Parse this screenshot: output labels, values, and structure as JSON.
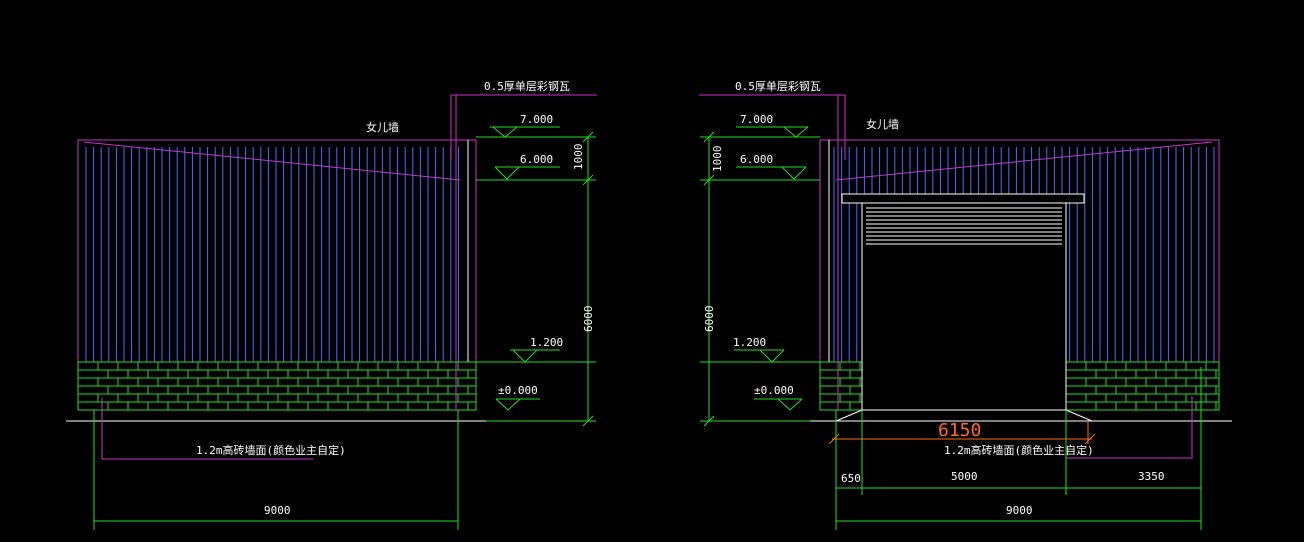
{
  "drawing": {
    "colors": {
      "background": "#000000",
      "outline": "#cc33cc",
      "siding": "#4d6bff",
      "brick": "#22dd22",
      "dimension": "#22dd22",
      "text": "#ffffff",
      "highlight_dim": "#ff6a1a"
    },
    "left_elevation": {
      "roof_callout": "0.5厚单层彩钢瓦",
      "parapet_label": "女儿墙",
      "elev_7": "7.000",
      "elev_6": "6.000",
      "elev_1_2": "1.200",
      "elev_0": "±0.000",
      "dim_1000": "1000",
      "dim_6000": "6000",
      "brick_note": "1.2m高砖墙面(颜色业主自定)",
      "width_dim": "9000"
    },
    "right_elevation": {
      "roof_callout": "0.5厚单层彩钢瓦",
      "parapet_label": "女儿墙",
      "elev_7": "7.000",
      "elev_6": "6.000",
      "elev_1_2": "1.200",
      "elev_0": "±0.000",
      "dim_1000": "1000",
      "dim_6000": "6000",
      "brick_note": "1.2m高砖墙面(颜色业主自定)",
      "door_dim_highlight": "6150",
      "seg_650": "650",
      "seg_5000": "5000",
      "seg_3350": "3350",
      "width_dim": "9000"
    }
  }
}
